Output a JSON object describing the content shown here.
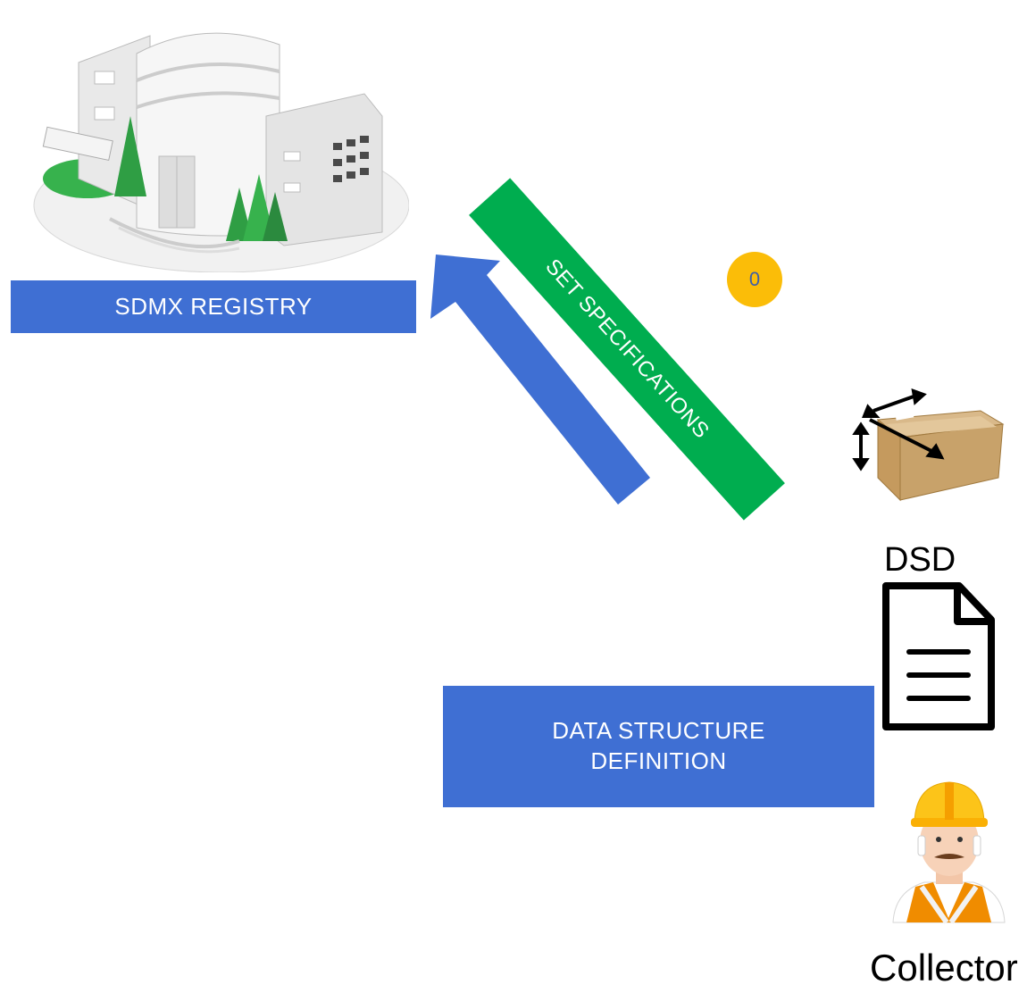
{
  "registry": {
    "label": "SDMX REGISTRY",
    "color": "#3f6fd3",
    "icon": "building-icon"
  },
  "flow": {
    "arrow_color": "#3f6fd3",
    "banner_label": "SET SPECIFICATIONS",
    "banner_color": "#00ad4f"
  },
  "step": {
    "number": "0",
    "color": "#fbbd08"
  },
  "dsd": {
    "icon_label": "DSD",
    "box_line1": "DATA STRUCTURE",
    "box_line2": "DEFINITION",
    "box_color": "#3f6fd3",
    "box_icon": "cardboard-box-icon",
    "doc_icon": "document-icon"
  },
  "collector": {
    "label": "Collector",
    "icon": "worker-icon"
  }
}
